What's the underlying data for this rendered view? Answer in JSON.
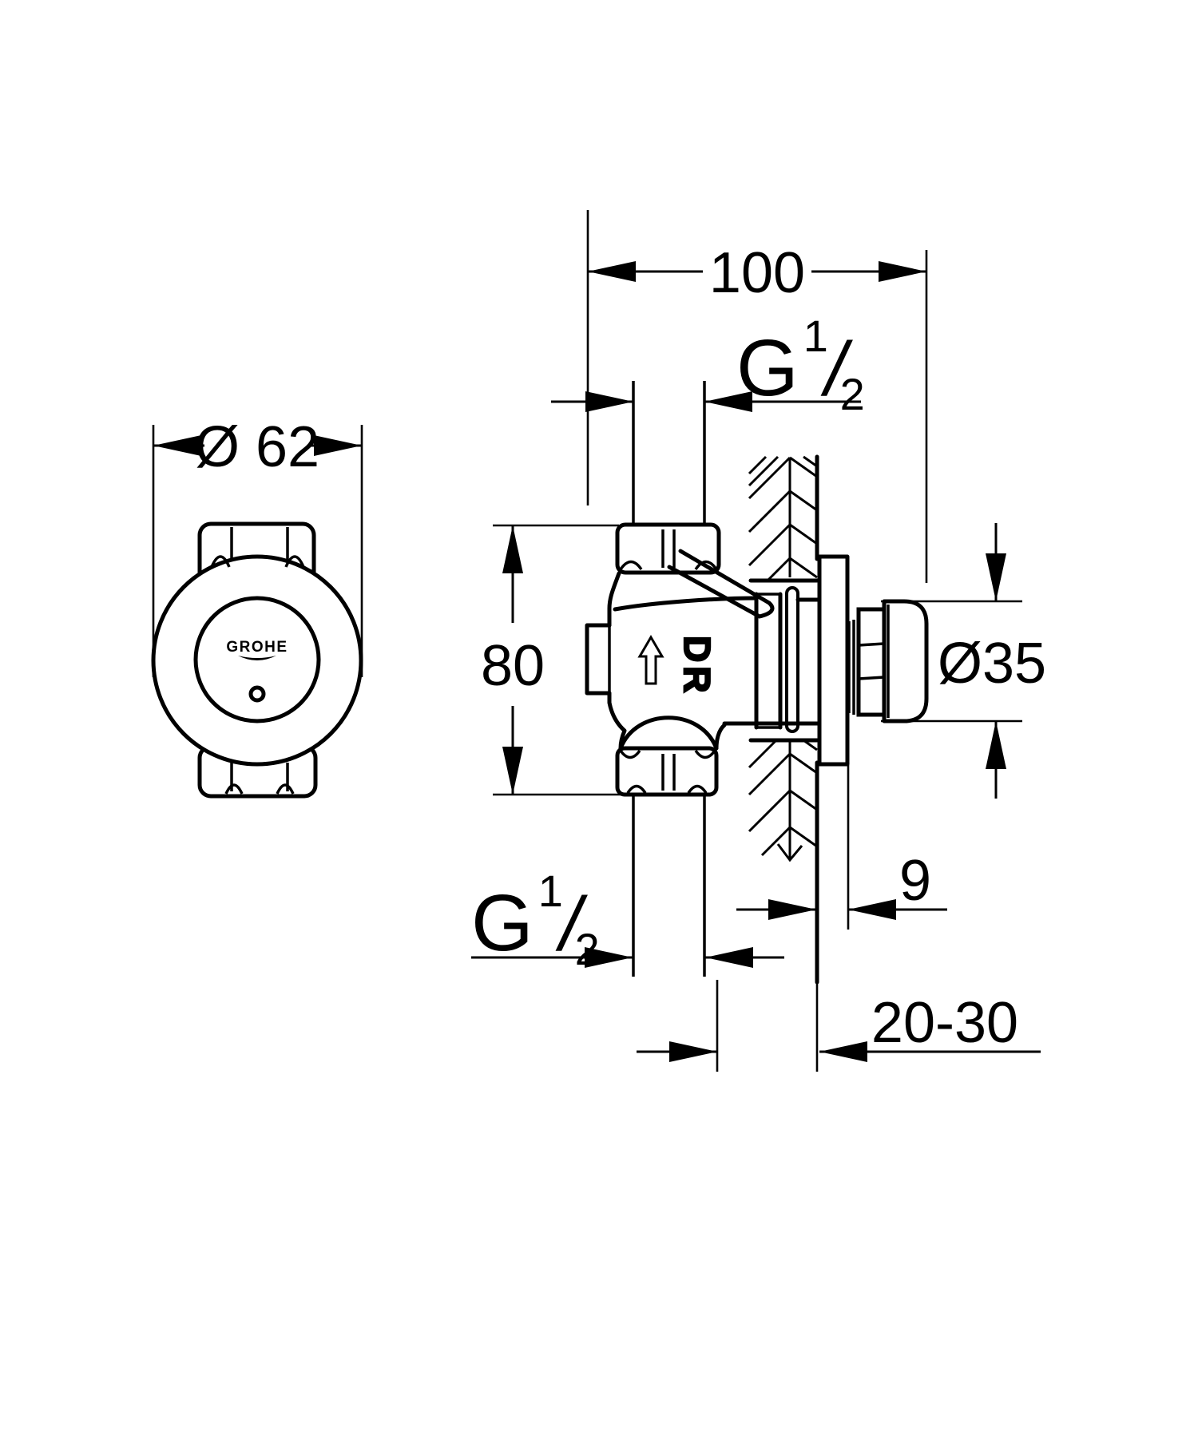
{
  "front_view": {
    "diameter": "Ø 62",
    "logo": "GROHE"
  },
  "section_view": {
    "overall_depth": "100",
    "height": "80",
    "knob_diameter": "Ø35",
    "plate_offset": "9",
    "wall_depth_range": "20-30",
    "direction_mark": "DR",
    "thread": {
      "g": "G",
      "numerator": "1",
      "slash": "/",
      "denominator": "2"
    }
  }
}
